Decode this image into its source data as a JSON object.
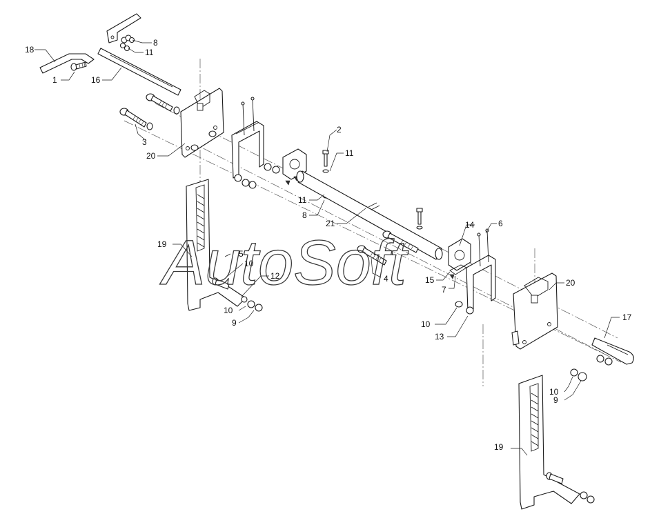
{
  "watermark": "AutoSoft",
  "callouts": {
    "c1": "1",
    "c2": "2",
    "c3": "3",
    "c4": "4",
    "c5": "5",
    "c6": "6",
    "c7": "7",
    "c8a": "8",
    "c8b": "8",
    "c9a": "9",
    "c9b": "9",
    "c10a": "10",
    "c10b": "10",
    "c10c": "10",
    "c10d": "10",
    "c11a": "11",
    "c11b": "11",
    "c11c": "11",
    "c12": "12",
    "c13": "13",
    "c14": "14",
    "c15": "15",
    "c16": "16",
    "c17": "17",
    "c18": "18",
    "c19a": "19",
    "c19b": "19",
    "c20a": "20",
    "c20b": "20",
    "c21": "21"
  }
}
